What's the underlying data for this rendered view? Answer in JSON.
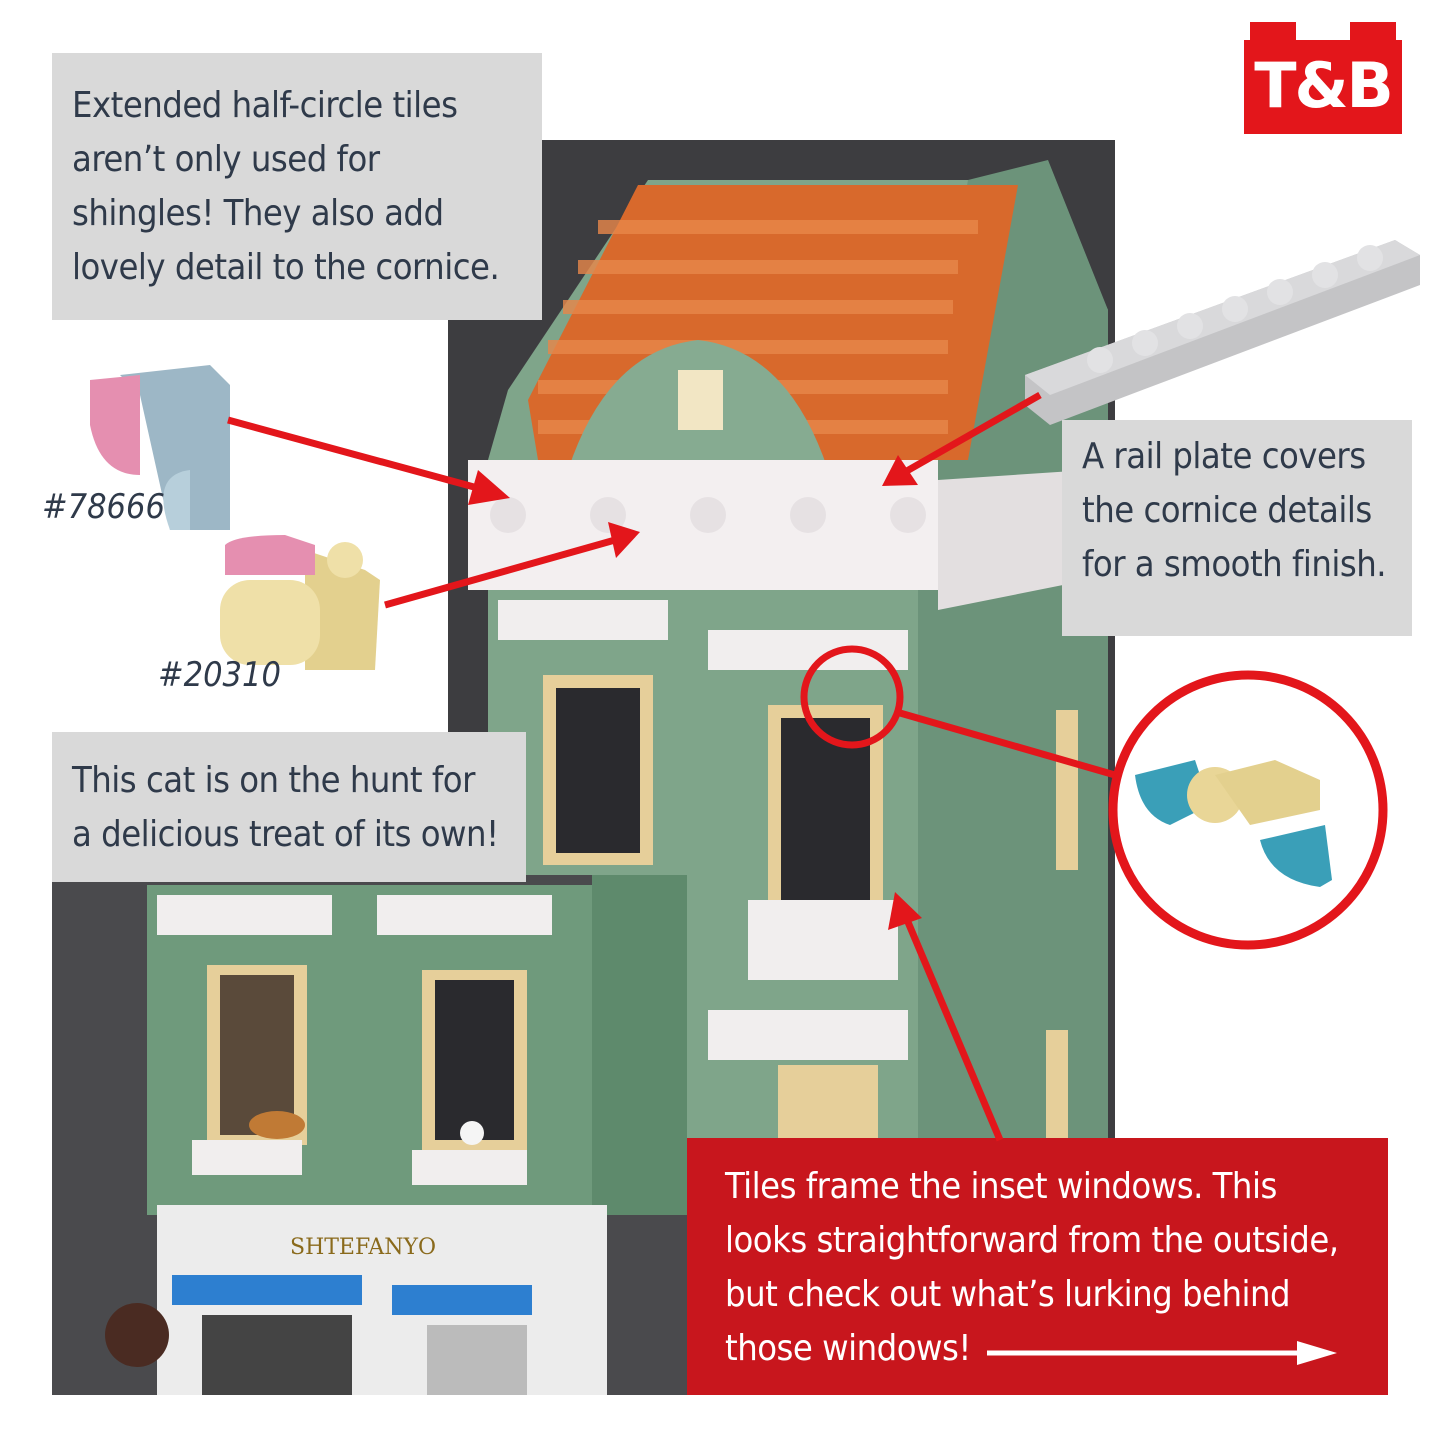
{
  "logo": {
    "text": "T&B",
    "color": "#e3161b"
  },
  "callouts": {
    "shingles": [
      "Extended half-circle tiles",
      "aren’t only used for",
      "shingles! They also add",
      "lovely detail to the cornice."
    ],
    "rail_plate": [
      "A rail plate covers",
      "the cornice details",
      "for a smooth finish."
    ],
    "cat": [
      "This cat is on the hunt for",
      "a delicious treat of its own!"
    ],
    "windows": [
      "Tiles frame the inset windows. This",
      "looks straightforward from the outside,",
      "but check out what’s lurking behind",
      "those windows!"
    ]
  },
  "parts": [
    {
      "id": "#78666"
    },
    {
      "id": "#20310"
    }
  ],
  "shop_sign": "SHTEFANYO",
  "colors": {
    "accent_red": "#c8161d",
    "callout_gray": "#d9d9d9",
    "sand_green": "#7fa58a",
    "roof_orange": "#d8692c"
  }
}
